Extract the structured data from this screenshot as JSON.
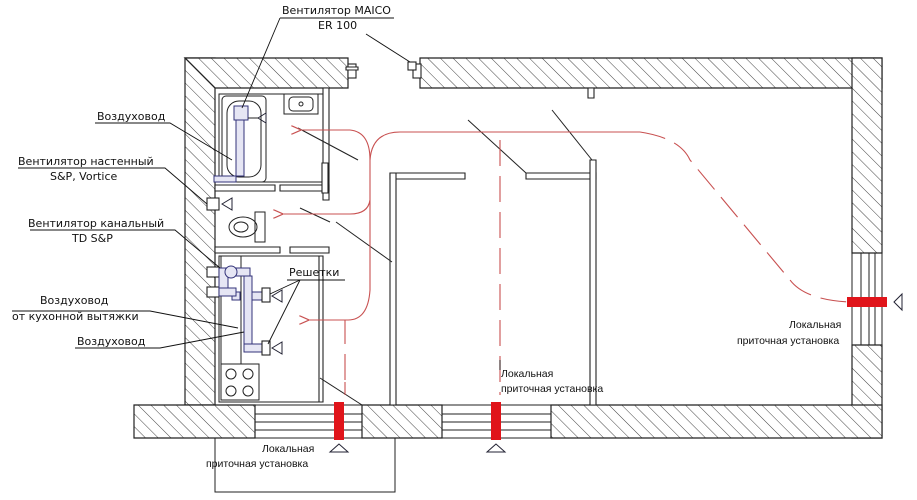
{
  "labels": {
    "fan_maico_1": "Вентилятор MAICO",
    "fan_maico_2": "ER 100",
    "duct_1": "Воздуховод",
    "fan_wall_1": "Вентилятор настенный",
    "fan_wall_2": "S&P, Vortice",
    "fan_channel_1": "Вентилятор канальный",
    "fan_channel_2": "TD S&P",
    "duct_kitchen_1": "Воздуховод",
    "duct_kitchen_2": "от кухонной вытяжки",
    "duct_2": "Воздуховод",
    "grilles": "Решетки",
    "supply_right_1": "Локальная",
    "supply_right_2": "приточная установка",
    "supply_center_1": "Локальная",
    "supply_center_2": "приточная установка",
    "supply_left_1": "Локальная",
    "supply_left_2": "приточная установка"
  },
  "colors": {
    "wall_outline": "#222222",
    "airflow": "#c85050",
    "supply_unit": "#e0141a",
    "duct": "#33337a"
  },
  "icons": [
    "hatch-pattern",
    "fan-symbol",
    "grille-triangle",
    "bathtub",
    "toilet",
    "sink",
    "stove",
    "flow-arrow"
  ]
}
